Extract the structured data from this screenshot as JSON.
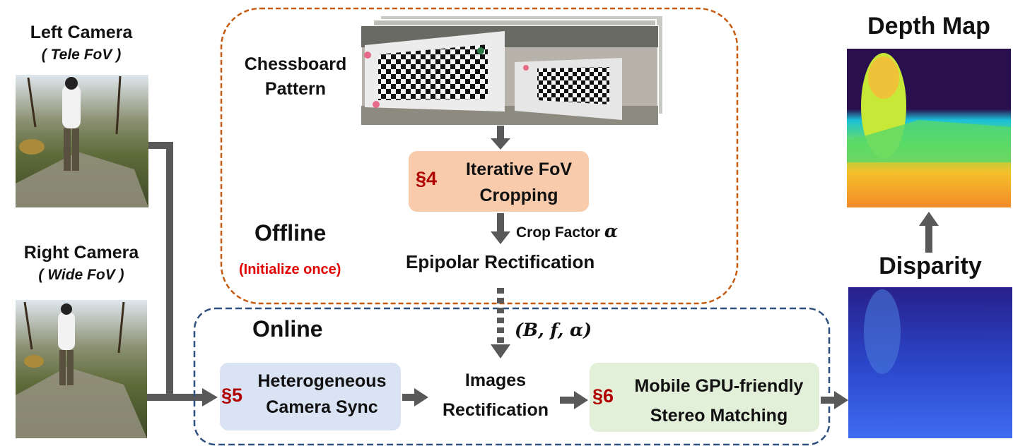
{
  "left_camera": {
    "title": "Left Camera",
    "subtitle": "( Tele FoV )"
  },
  "right_camera": {
    "title": "Right Camera",
    "subtitle": "( Wide FoV )"
  },
  "offline": {
    "chessboard_label": "Chessboard Pattern",
    "fov_section": "§4",
    "fov_label": "Iterative FoV Cropping",
    "crop_factor_label": "Crop Factor",
    "crop_factor_symbol": "α",
    "epipolar_label": "Epipolar Rectification",
    "title": "Offline",
    "subtitle": "(Initialize once)"
  },
  "online": {
    "title": "Online",
    "params_label": "(B, f, α)",
    "sync_section": "§5",
    "sync_label": "Heterogeneous Camera Sync",
    "rectification_label": "Images Rectification",
    "matching_section": "§6",
    "matching_label": "Mobile GPU-friendly Stereo Matching"
  },
  "outputs": {
    "depth_title": "Depth Map",
    "disparity_title": "Disparity"
  },
  "colors": {
    "offline_border": "#c55a11",
    "online_border": "#2f4f7f",
    "fov_box": "#f8cbad",
    "sync_box": "#dae3f3",
    "matching_box": "#e2efd9",
    "arrow": "#595959",
    "section_red": "#b00000",
    "initialize_red": "#e00000"
  }
}
